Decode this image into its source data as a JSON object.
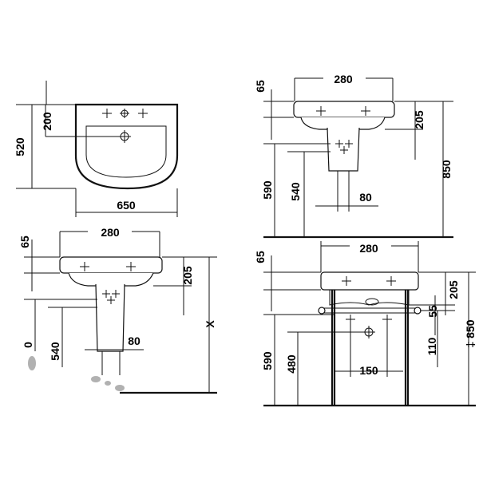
{
  "colors": {
    "line": "#111111",
    "background": "#ffffff"
  },
  "views": {
    "top_plan": {
      "height_total": "520",
      "tap_to_bowl": "200",
      "width": "650"
    },
    "side_pedestal_right": {
      "tap_spread": "280",
      "rim_top": "65",
      "rim_height": "205",
      "drain_height": "590",
      "pedestal_height": "540",
      "pedestal_width": "80",
      "total_height": "850"
    },
    "side_pedestal_left": {
      "tap_spread": "280",
      "rim_top": "65",
      "rim_height": "205",
      "drain_height": "0",
      "pedestal_height": "540",
      "pedestal_width": "80",
      "variable_height": "X"
    },
    "side_frame": {
      "tap_spread": "280",
      "rim_top": "65",
      "rim_height": "205",
      "rail_gap": "55",
      "rail_height": "110",
      "drain_height": "590",
      "inlet_height": "480",
      "inlet_spread": "150",
      "total_height": "‡ 850"
    }
  }
}
